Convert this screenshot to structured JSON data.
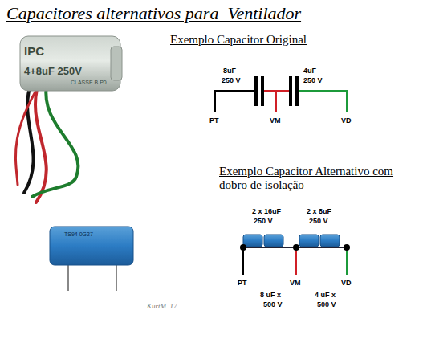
{
  "diagram": {
    "title": "Capacitores alternativos para  Ventilador",
    "labels": [
      "Exemplo Capacitor Original",
      "8uF",
      "250 V",
      "4uF",
      "250 V",
      "PT",
      "VM",
      "VD",
      "Exemplo Capacitor Alternativo com dobro de isolação",
      "2 x 16uF",
      "250 V",
      "2 x 8uF",
      "250 V",
      "PT",
      "VM",
      "VD",
      "8 uF x",
      "500 V",
      "4 uF x",
      "500 V",
      "IPC",
      "4+8uF 250V",
      "CLASSE B P0",
      "TS94 0G27",
      "KurtM. 17"
    ]
  }
}
